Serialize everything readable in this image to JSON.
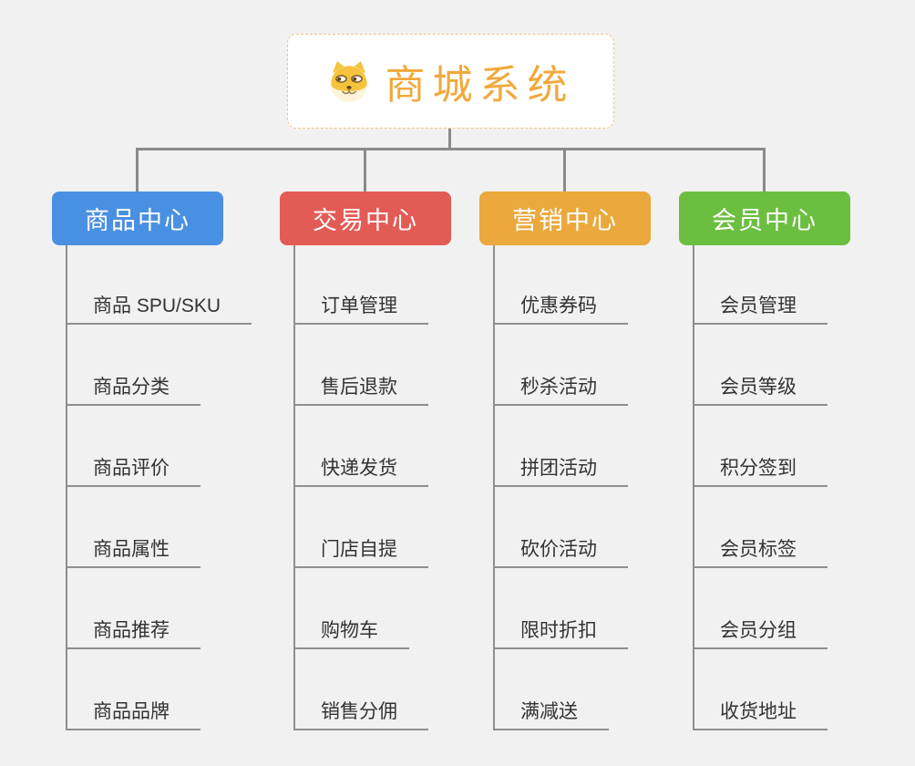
{
  "root": {
    "title": "商城系统",
    "icon": "doge-face-icon",
    "title_color": "#f1a93a",
    "border_color": "#f0c482",
    "background": "#ffffff"
  },
  "connector_color": "#8a8a8a",
  "page_background": "#f1f1f1",
  "leaf_text_color": "#333333",
  "branches": [
    {
      "label": "商品中心",
      "color": "#4a90e2",
      "items": [
        "商品 SPU/SKU",
        "商品分类",
        "商品评价",
        "商品属性",
        "商品推荐",
        "商品品牌"
      ]
    },
    {
      "label": "交易中心",
      "color": "#e25b54",
      "items": [
        "订单管理",
        "售后退款",
        "快递发货",
        "门店自提",
        "购物车",
        "销售分佣"
      ]
    },
    {
      "label": "营销中心",
      "color": "#eba83c",
      "items": [
        "优惠券码",
        "秒杀活动",
        "拼团活动",
        "砍价活动",
        "限时折扣",
        "满减送"
      ]
    },
    {
      "label": "会员中心",
      "color": "#6cbe40",
      "items": [
        "会员管理",
        "会员等级",
        "积分签到",
        "会员标签",
        "会员分组",
        "收货地址"
      ]
    }
  ]
}
